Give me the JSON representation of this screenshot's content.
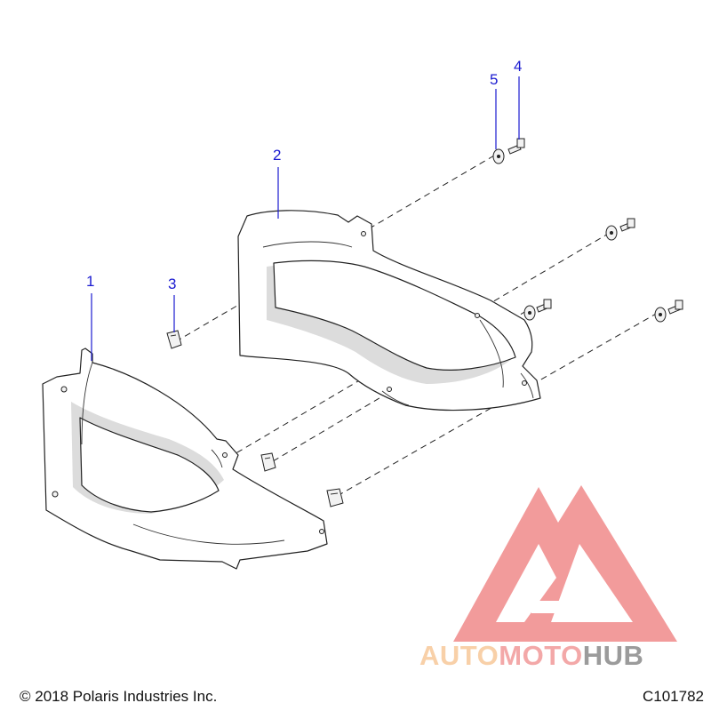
{
  "callouts": [
    {
      "number": "1"
    },
    {
      "number": "2"
    },
    {
      "number": "3"
    },
    {
      "number": "4"
    },
    {
      "number": "5"
    }
  ],
  "footer": {
    "copyright": "© 2018 Polaris Industries Inc.",
    "diagram_id": "C101782"
  },
  "watermark": {
    "part_auto": "AUTO",
    "part_moto": "MOTO",
    "part_hub": "HUB",
    "colors": {
      "auto": "#f7c89a",
      "moto": "#f29a9a",
      "hub": "#8a8a8a",
      "triangle": "#f08a8a"
    }
  },
  "colors": {
    "callout": "#1a1ad0",
    "line": "#222222",
    "part_fill": "#ffffff",
    "part_shade": "#dcdcdc"
  }
}
